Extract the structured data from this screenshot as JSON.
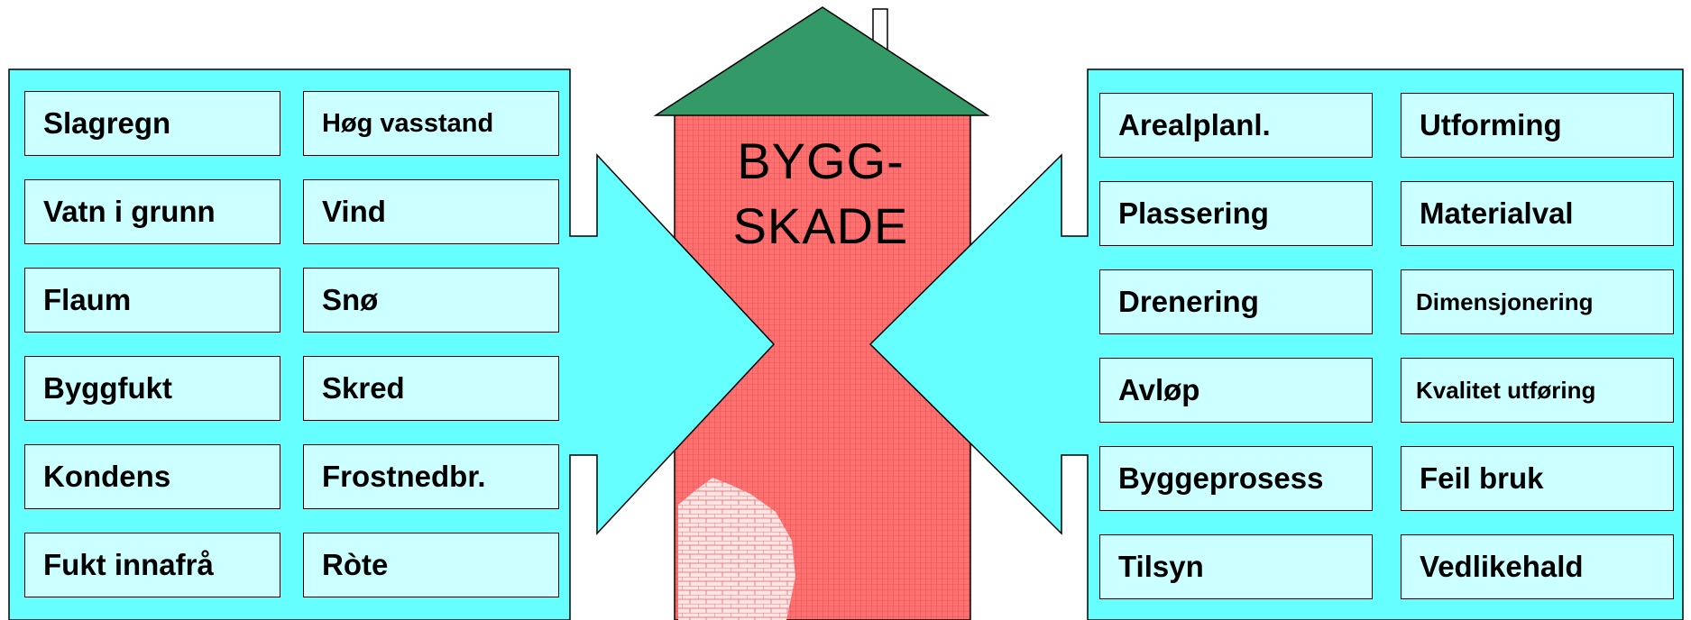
{
  "house": {
    "label_line1": "BYGG-",
    "label_line2": "SKADE"
  },
  "left_panel": {
    "col1": [
      "Slagregn",
      "Vatn i grunn",
      "Flaum",
      "Byggfukt",
      "Kondens",
      "Fukt innafrå"
    ],
    "col2": [
      "Høg vasstand",
      "Vind",
      "Snø",
      "Skred",
      "Frostnedbr.",
      "Ròte"
    ]
  },
  "right_panel": {
    "col1": [
      "Arealplanl.",
      "Plassering",
      "Drenering",
      "Avløp",
      "Byggeprosess",
      "Tilsyn"
    ],
    "col2": [
      "Utforming",
      "Materialval",
      "Dimensjonering",
      "Kvalitet utføring",
      "Feil bruk",
      "Vedlikehald"
    ]
  },
  "colors": {
    "panel": "#66ffff",
    "box": "#ccffff",
    "roof": "#339966",
    "wall": "#ff6666",
    "brick": "#ffdddd"
  }
}
